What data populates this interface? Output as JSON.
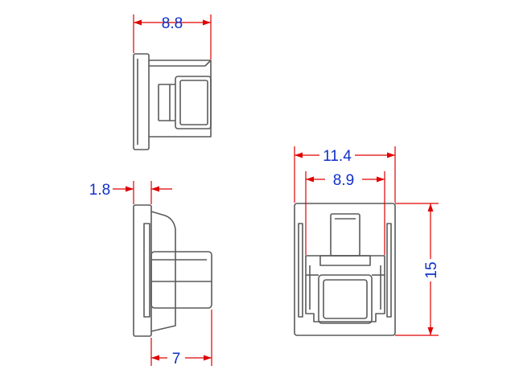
{
  "colors": {
    "dimension_line": "#e00000",
    "dimension_text": "#1030c8",
    "outline": "#5a5a5a",
    "background": "#ffffff"
  },
  "dimensions": {
    "top_view_width": "8.8",
    "side_view_thickness": "1.8",
    "side_view_depth": "7",
    "front_view_outer_width": "11.4",
    "front_view_inner_width": "8.9",
    "front_view_height": "15"
  }
}
